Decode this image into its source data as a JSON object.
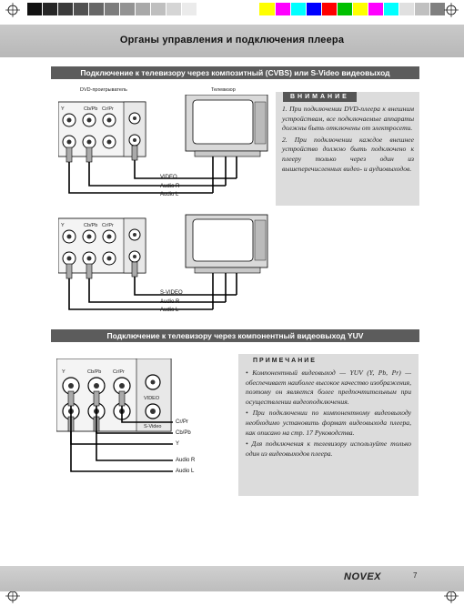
{
  "page_title": "Органы управления и подключения плеера",
  "section1": {
    "title": "Подключение к телевизору через композитный (CVBS) или S-Video видеовыход",
    "dvd_label": "DVD-проигрыватель",
    "tv_label": "Телевизор",
    "jack_labels": [
      "Y",
      "Cb/Pb",
      "Cr/Pr"
    ],
    "cables_a": [
      "VIDEO",
      "Audio R",
      "Audio L"
    ],
    "cables_b": [
      "S-VIDEO",
      "Audio R",
      "Audio L"
    ],
    "attention": {
      "heading": "ВНИМАНИЕ",
      "items": [
        "1. При подключении DVD-плеера к внешним устройствам, все подключаемые аппараты должны быть отключены от электросети.",
        "2. При подключении каждое внешнее устройство должно быть подключено к плееру только через один из вышеперечисленных видео- и аудиовыходов."
      ]
    }
  },
  "section2": {
    "title": "Подключение к телевизору через компонентный видеовыход YUV",
    "jack_labels": [
      "Y",
      "Cb/Pb",
      "Cr/Pr"
    ],
    "video_label": "VIDEO",
    "svideo_label": "S-Video",
    "cables": [
      "Cr/Pr",
      "Cb/Pb",
      "Y",
      "Audio R",
      "Audio L"
    ],
    "note": {
      "heading": "ПРИМЕЧАНИЕ",
      "items": [
        "Компонентный видеовыход — YUV (Y, Pb, Pr) — обеспечивает наиболее высокое качество изображения, поэтому он является более предпочтительным при осуществлении видеоподключения.",
        "При подключении по компонентному видеовыходу необходимо установить формат видеовыхода плеера, как описано на стр. 17 Руководства.",
        "Для подключения к телевизору используйте только один из видеовыходов плеера."
      ]
    }
  },
  "footer": {
    "brand": "NOVEX",
    "page_number": "7"
  },
  "colors": {
    "bar": "#5c5c5c",
    "note_bg": "#dcdcdc",
    "header_band": "#c3c3c3"
  },
  "colorbar": [
    "#111111",
    "#262626",
    "#3b3b3b",
    "#515151",
    "#676767",
    "#7d7d7d",
    "#939393",
    "#a9a9a9",
    "#bfbfbf",
    "#d5d5d5",
    "#ebebeb",
    "#ffffff",
    "#ffffff",
    "#ffffff",
    "#ffffff",
    "#ffff00",
    "#ff00ff",
    "#00ffff",
    "#0000ff",
    "#ff0000",
    "#00c000",
    "#ffff00",
    "#ff00ff",
    "#00ffff",
    "#e0e0e0",
    "#c0c0c0",
    "#808080"
  ]
}
